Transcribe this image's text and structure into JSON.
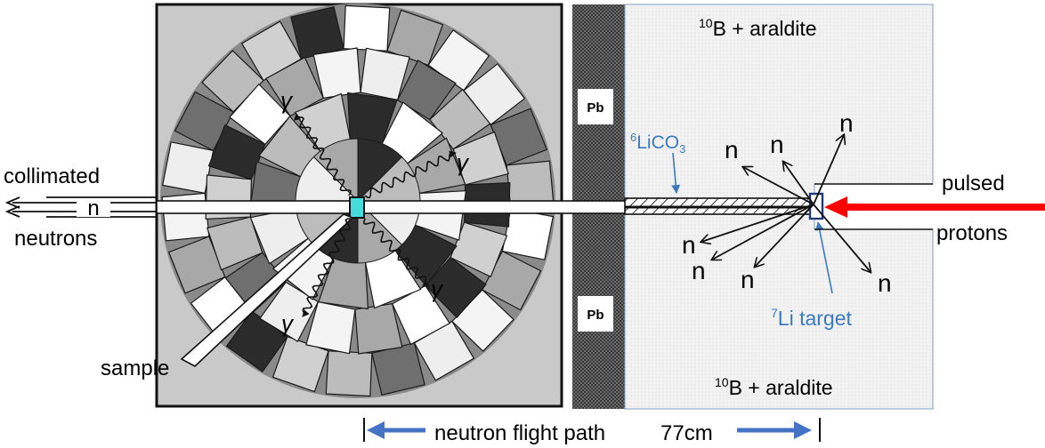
{
  "labels": {
    "collimated": "collimated",
    "beam_n": "n",
    "neutrons": "neutrons",
    "sample": "sample",
    "gamma": "γ",
    "pb": "Pb",
    "b10_mass": "10",
    "b10_text": "B + araldite",
    "li6_mass": "6",
    "li6_text": "LiCO",
    "li6_sub": "3",
    "n": "n",
    "pulsed": "pulsed",
    "protons": "protons",
    "li7_mass": "7",
    "li7_text": "Li target",
    "flight_path": "neutron flight path",
    "distance": "77cm"
  },
  "colors": {
    "proton_beam": "#ff0000",
    "annotation_blue": "#3a7abf",
    "arrow_blue": "#4472c4",
    "sample_fill": "#44dddd",
    "lead_pattern": "#555555",
    "araldite_fill": "#efefef"
  }
}
